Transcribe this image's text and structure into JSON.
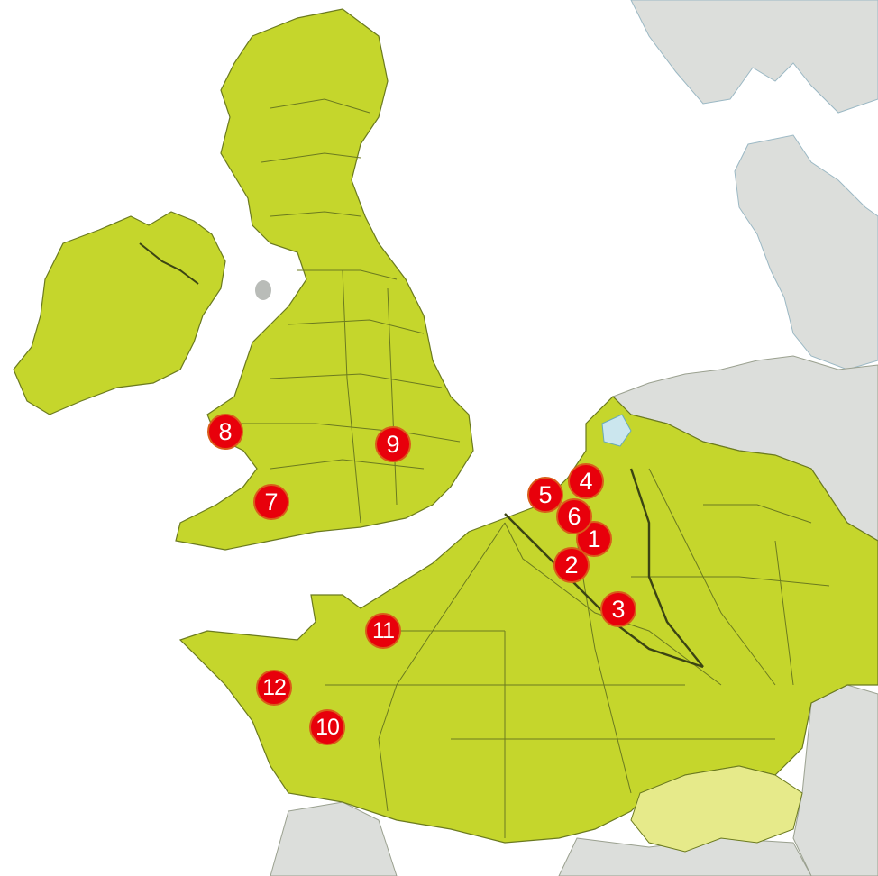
{
  "map": {
    "colors": {
      "highlight_land": "#c5d62c",
      "border": "#6b7a1f",
      "other_land": "#dcdedb",
      "switzerland": "#e6ea8a",
      "water": "#ffffff",
      "coast_line": "#6aaab8",
      "marker_fill": "#e8000b",
      "marker_ring": "#d95c1a",
      "marker_text": "#ffffff"
    },
    "markers": [
      {
        "id": "marker-1",
        "label": "1"
      },
      {
        "id": "marker-2",
        "label": "2"
      },
      {
        "id": "marker-3",
        "label": "3"
      },
      {
        "id": "marker-4",
        "label": "4"
      },
      {
        "id": "marker-5",
        "label": "5"
      },
      {
        "id": "marker-6",
        "label": "6"
      },
      {
        "id": "marker-7",
        "label": "7"
      },
      {
        "id": "marker-8",
        "label": "8"
      },
      {
        "id": "marker-9",
        "label": "9"
      },
      {
        "id": "marker-10",
        "label": "10"
      },
      {
        "id": "marker-11",
        "label": "11"
      },
      {
        "id": "marker-12",
        "label": "12"
      }
    ]
  }
}
